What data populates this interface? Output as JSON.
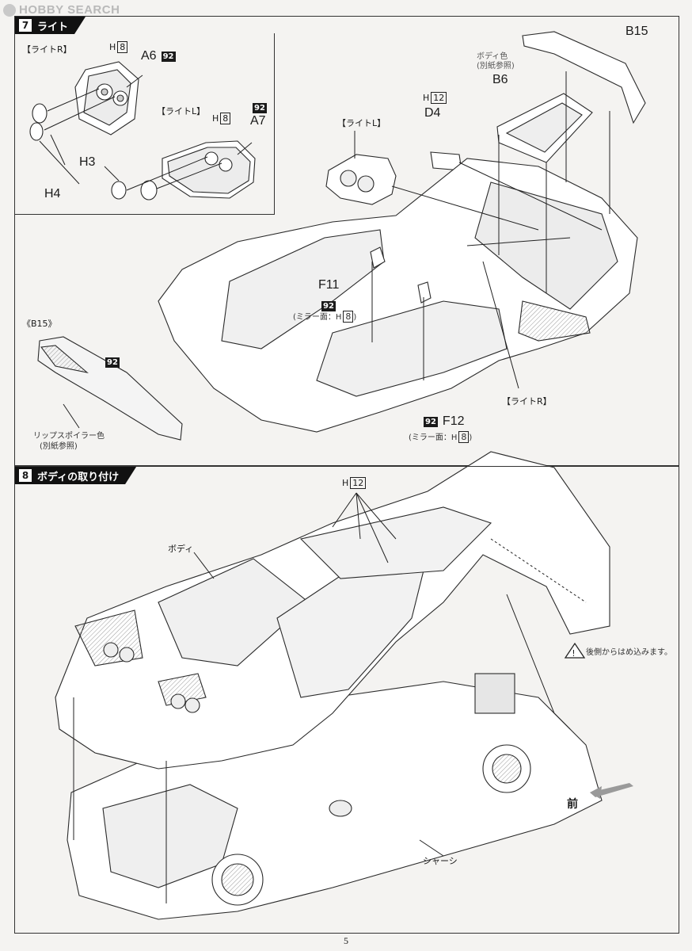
{
  "watermark": "HOBBY SEARCH",
  "page_number": "5",
  "step7": {
    "number": "7",
    "title": "ライト",
    "inset": {
      "light_r_label": "【ライトR】",
      "light_l_label": "【ライトL】",
      "h": "H",
      "h8": "8",
      "a6": "A6",
      "a7": "A7",
      "badge": "92",
      "h3": "H3",
      "h4": "H4"
    },
    "b15": "B15",
    "body_color_note": "ボディ色",
    "body_color_ref": "(別紙参照)",
    "b6": "B6",
    "h12": "12",
    "d4": "D4",
    "light_l_main": "【ライトL】",
    "light_r_main": "【ライトR】",
    "f11": "F11",
    "f12": "F12",
    "badge": "92",
    "mirror_note": "(ミラー面：H",
    "mirror_note_end": ")",
    "mirror_h": "8",
    "b15_detail": "《B15》",
    "lip_color": "リップスポイラー色",
    "lip_ref": "(別紙参照)"
  },
  "step8": {
    "number": "8",
    "title": "ボディの取り付け",
    "h": "H",
    "h12": "12",
    "body_label": "ボディ",
    "rear_note": "後側からはめ込みます。",
    "front_label": "前",
    "chassis_label": "シャーシ"
  }
}
